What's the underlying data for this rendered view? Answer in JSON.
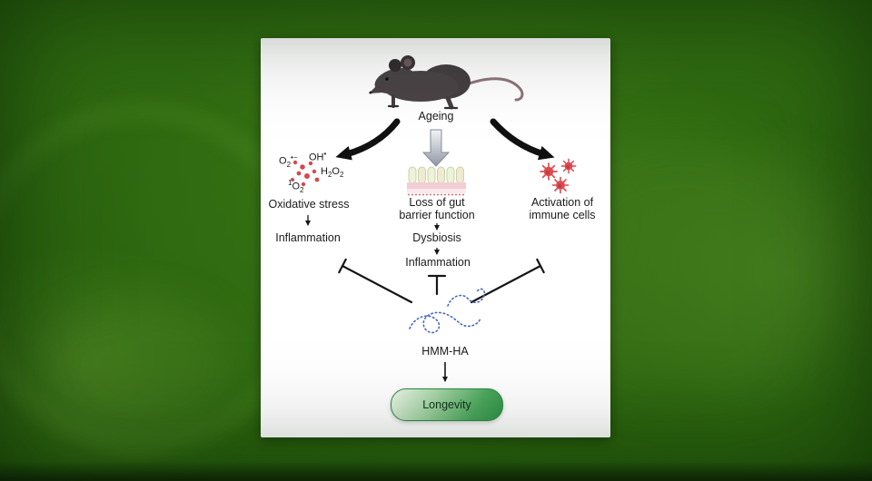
{
  "colors": {
    "background_green": "#2e6a10",
    "panel_white": "#ffffff",
    "ros_red": "#d9474b",
    "immune_red": "#dc4a50",
    "molecule_blue": "#4b64c6",
    "pill_green": "#2f9247",
    "text": "#1b1b1b"
  },
  "icons": {
    "mouse-icon": "stylized dark grey mouse silhouette",
    "gut-barrier-icon": "intestinal villi strip",
    "ros-dots-icon": "cluster of small red radical dots",
    "immune-cell-icon": "red spiky immune cell",
    "hmm-ha-molecule-icon": "dashed blue polymer squiggle",
    "ageing-arrows": "black curved arrows and grey gradient arrow",
    "inhibition-tbars": "blunt-ended inhibition lines"
  },
  "figure": {
    "ageing": "Ageing",
    "left_path": {
      "species": {
        "superoxide": {
          "base": "O",
          "sub": "2",
          "sup": "•−"
        },
        "hydroxyl": {
          "base": "OH",
          "sup": "•"
        },
        "peroxide": {
          "b1": "H",
          "s1": "2",
          "b2": "O",
          "s2": "2"
        },
        "singlet": {
          "sup": "1",
          "base": "O",
          "sub": "2"
        }
      },
      "title": "Oxidative stress",
      "outcome": "Inflammation"
    },
    "middle_path": {
      "title_line1": "Loss of gut",
      "title_line2": "barrier function",
      "step1": "Dysbiosis",
      "step2": "Inflammation"
    },
    "right_path": {
      "title_line1": "Activation of",
      "title_line2": "immune cells"
    },
    "molecule": "HMM-HA",
    "outcome": "Longevity"
  }
}
